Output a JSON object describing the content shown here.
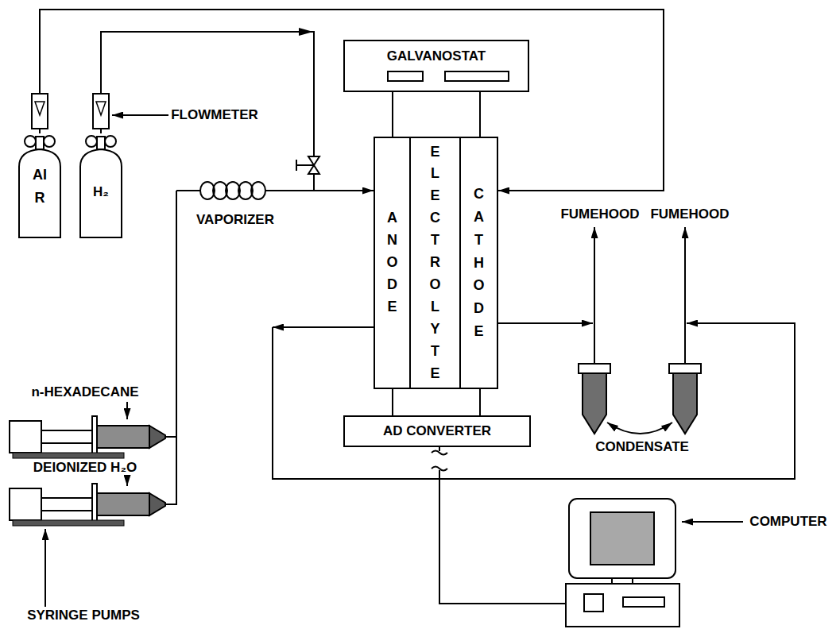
{
  "diagram": {
    "nodes": [
      {
        "text": [
          "GALVANOSTAT"
        ]
      },
      {
        "text": [
          "AIR"
        ]
      },
      {
        "text": [
          "H₂"
        ]
      },
      {
        "text": [
          "ANODE"
        ]
      },
      {
        "text": [
          "ELECTROLYTE"
        ]
      },
      {
        "text": [
          "CATHODE"
        ]
      },
      {
        "text": [
          "AD CONVERTER"
        ]
      }
    ],
    "edges": [
      {
        "from": 0,
        "to": 3,
        "arrow": "none"
      },
      {
        "from": 0,
        "to": 5,
        "arrow": "none"
      },
      {
        "from": 1,
        "to": 5,
        "arrow": "to"
      },
      {
        "from": 2,
        "to": 3,
        "arrow": "to"
      },
      {
        "from": 3,
        "to": 6,
        "arrow": "none"
      },
      {
        "from": 5,
        "to": 6,
        "arrow": "none"
      }
    ],
    "labels": [
      "FLOWMETER",
      "VAPORIZER",
      "FUMEHOOD",
      "FUMEHOOD",
      "n-HEXADECANE",
      "DEIONIZED H₂O",
      "SYRINGE PUMPS",
      "CONDENSATE",
      "COMPUTER"
    ]
  }
}
